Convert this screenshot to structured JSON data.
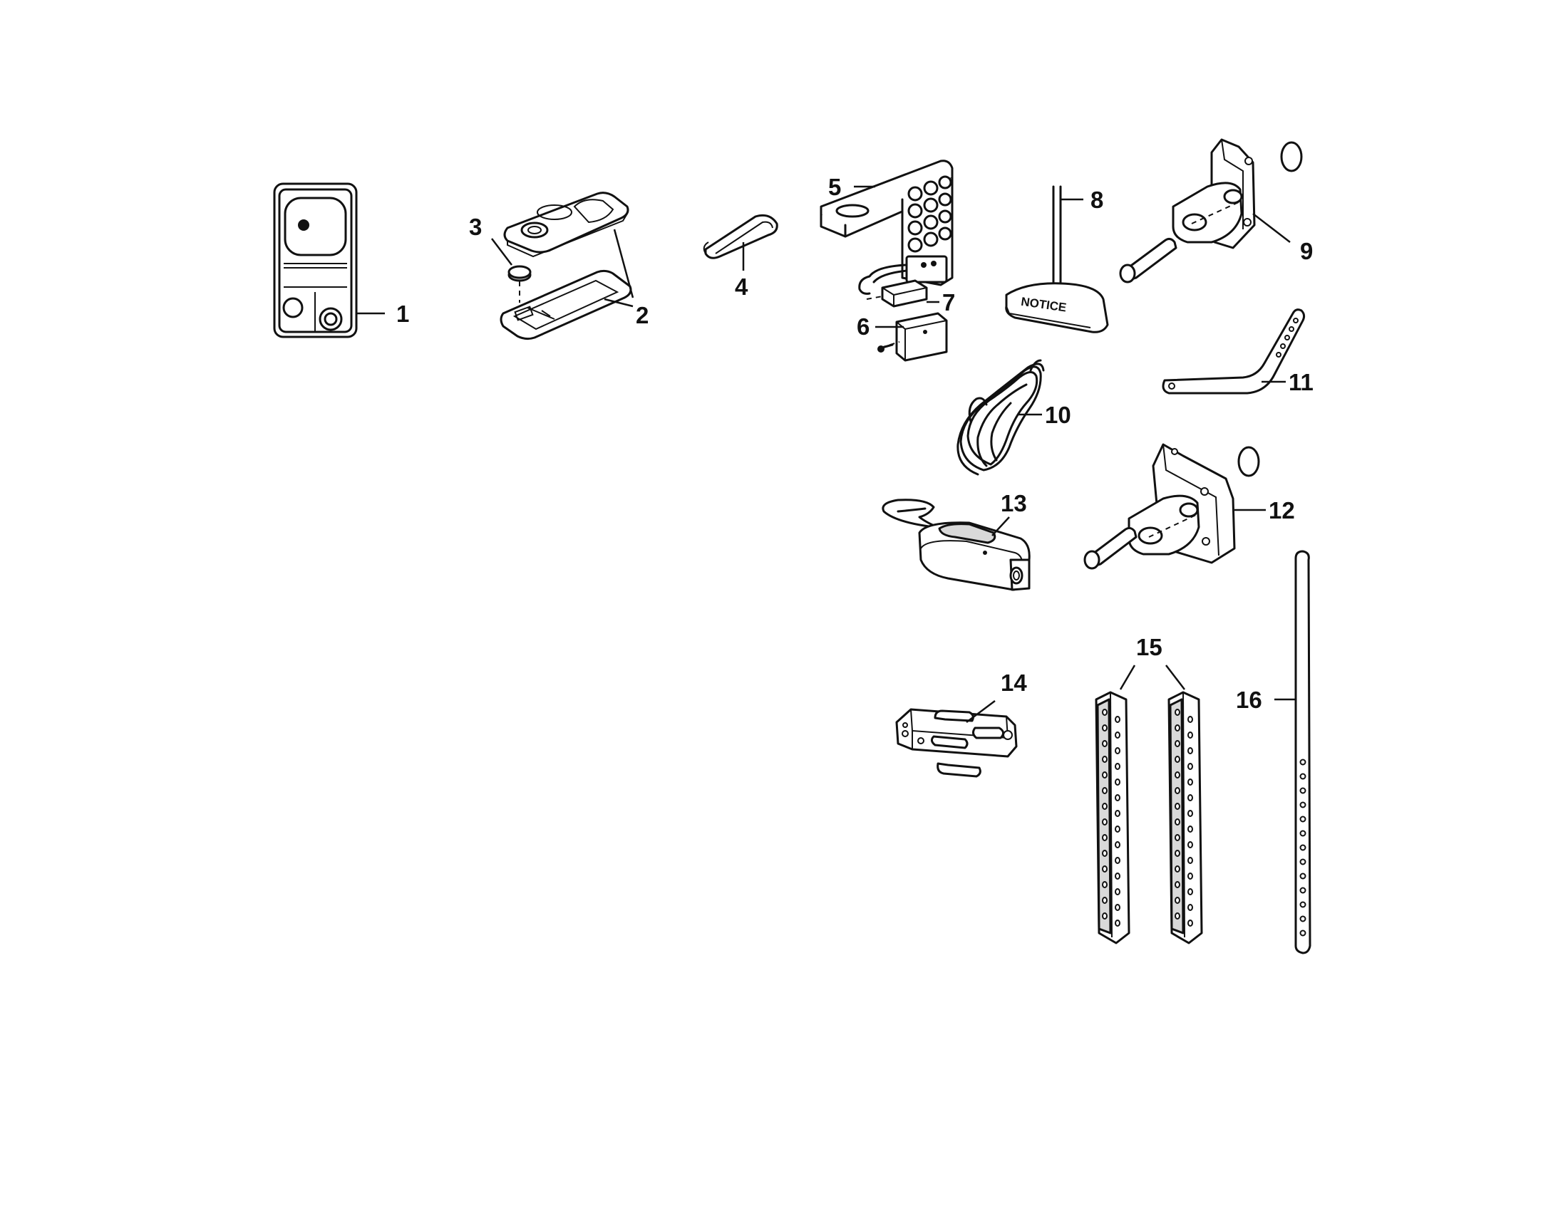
{
  "callouts": [
    {
      "id": "1",
      "label": "1"
    },
    {
      "id": "2",
      "label": "2"
    },
    {
      "id": "3",
      "label": "3"
    },
    {
      "id": "4",
      "label": "4"
    },
    {
      "id": "5",
      "label": "5"
    },
    {
      "id": "6",
      "label": "6"
    },
    {
      "id": "7",
      "label": "7"
    },
    {
      "id": "8",
      "label": "8"
    },
    {
      "id": "9",
      "label": "9"
    },
    {
      "id": "10",
      "label": "10"
    },
    {
      "id": "11",
      "label": "11"
    },
    {
      "id": "12",
      "label": "12"
    },
    {
      "id": "13",
      "label": "13"
    },
    {
      "id": "14",
      "label": "14"
    },
    {
      "id": "15",
      "label": "15"
    },
    {
      "id": "16",
      "label": "16"
    }
  ],
  "notice_sign_text": "NOTICE"
}
